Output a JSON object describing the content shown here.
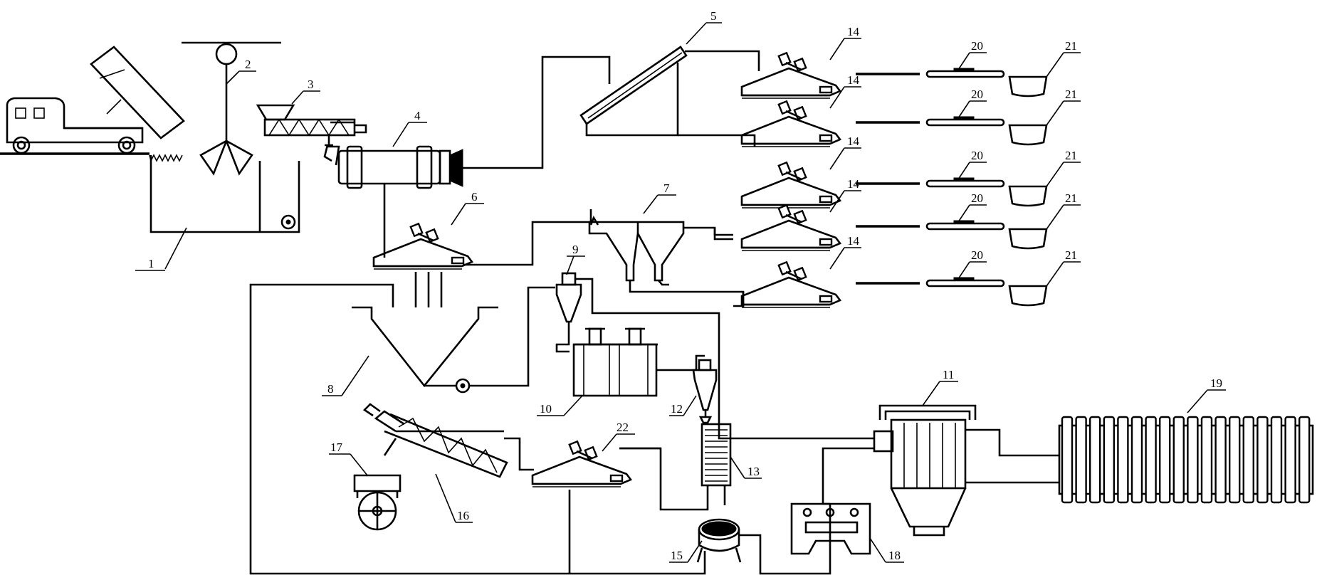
{
  "diagram": {
    "labels": {
      "truck_pit": "1",
      "grab_crane": "2",
      "screw_feeder": "3",
      "rotary_dryer": "4",
      "inclined_conveyor": "5",
      "vibrating_screen": "6",
      "twin_hopper": "7",
      "settling_tank": "8",
      "cyclone_small": "9",
      "flotation_cells": "10",
      "bag_filter": "11",
      "cyclone_lower": "12",
      "heat_exchanger": "13",
      "shaker_table": "14",
      "thickener": "15",
      "spiral_classifier": "16",
      "ball_mill": "17",
      "filter_press": "18",
      "radiator_bank": "19",
      "belt_conveyor": "20",
      "collection_bin": "21",
      "dewatering_screen": "22"
    }
  }
}
